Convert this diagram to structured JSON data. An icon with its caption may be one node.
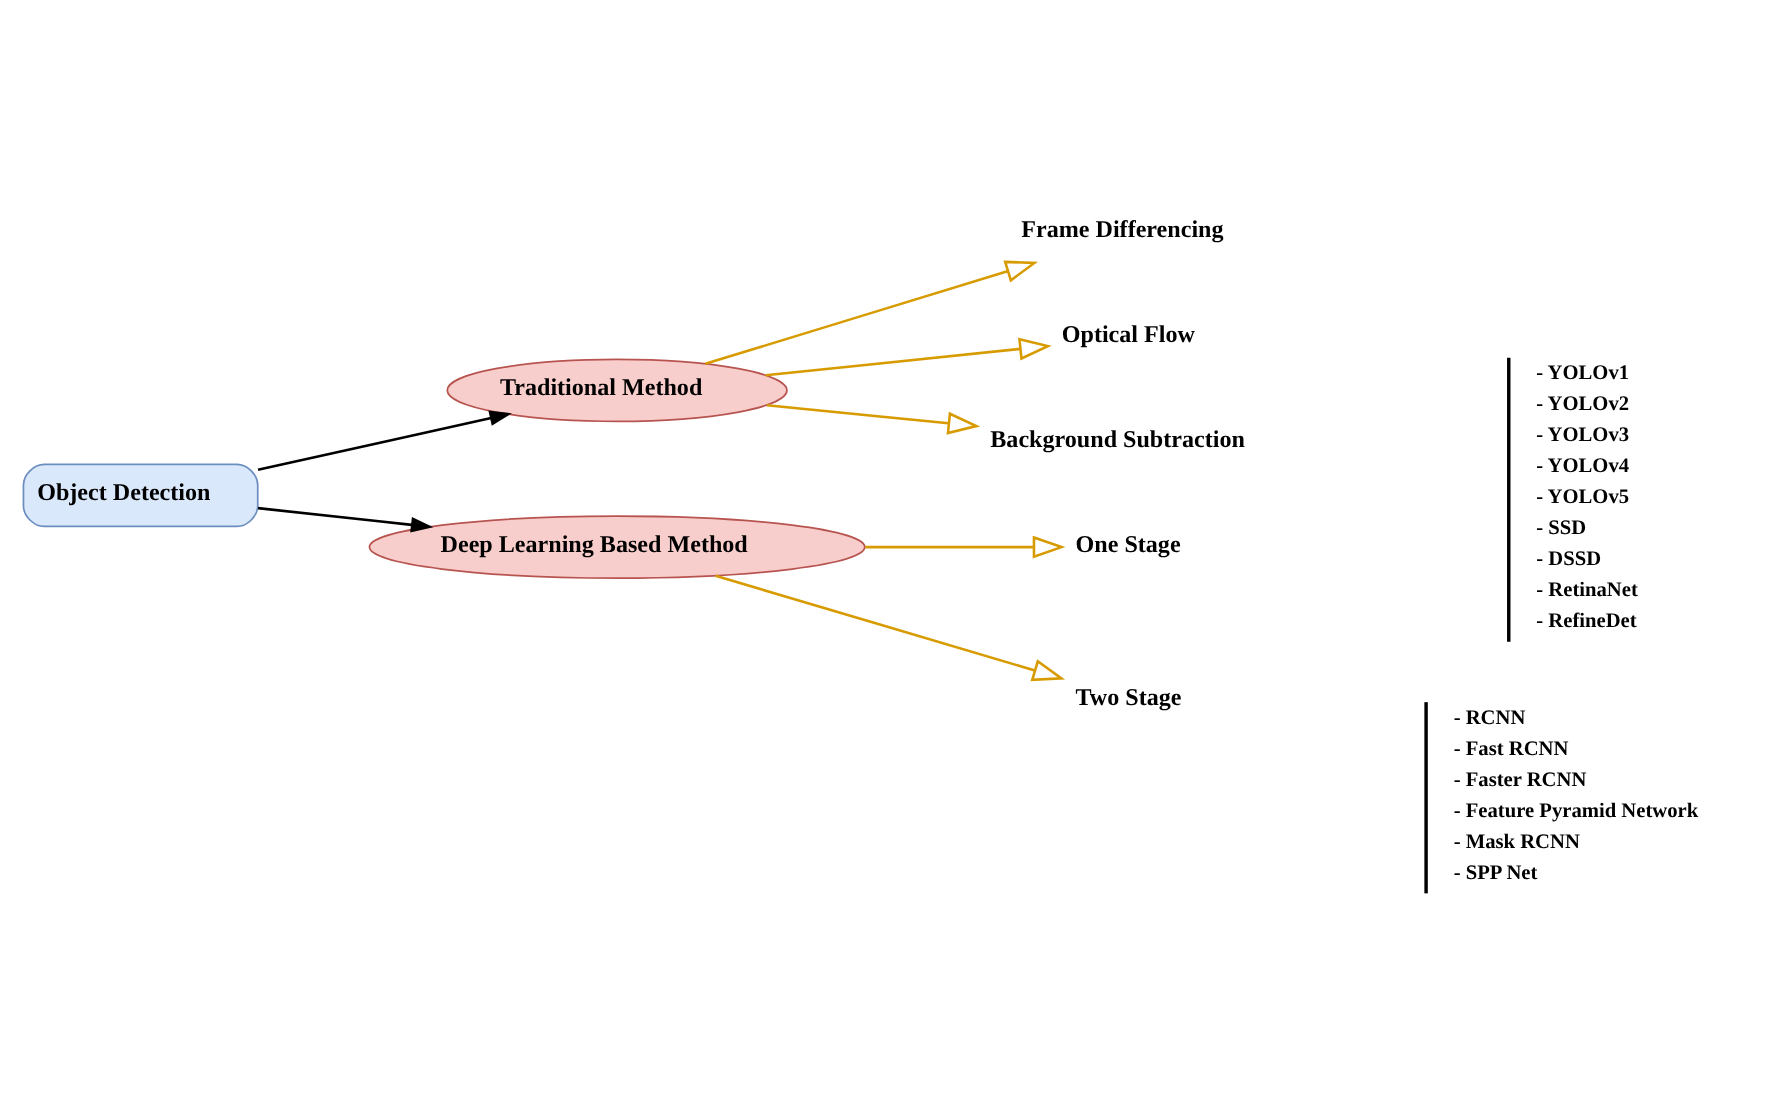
{
  "diagram": {
    "nodes": [
      {
        "text": [
          "Object Detection"
        ]
      },
      {
        "text": [
          "Traditional Method"
        ]
      },
      {
        "text": [
          "Frame Differencing"
        ]
      },
      {
        "text": [
          "Optical Flow"
        ]
      },
      {
        "text": [
          "Background Subtraction"
        ]
      },
      {
        "text": [
          "Deep Learning Based Method"
        ]
      },
      {
        "text": [
          "One Stage"
        ],
        "beside": [
          "- YOLOv1",
          "- YOLOv2",
          "- YOLOv3",
          "- YOLOv4",
          "- YOLOv5",
          "- SSD",
          "- DSSD",
          "- RetinaNet",
          "- RefineDet"
        ]
      },
      {
        "text": [
          "Two Stage"
        ],
        "beside": [
          "- RCNN",
          "- Fast RCNN",
          "- Faster RCNN",
          "- Feature Pyramid Network",
          "- Mask RCNN",
          "- SPP Net"
        ]
      }
    ],
    "edges": [
      {
        "from": 0,
        "to": 1,
        "arrow": "to",
        "color": "#000000"
      },
      {
        "from": 1,
        "to": 2,
        "arrow": "to",
        "color": "#d79b00"
      },
      {
        "from": 1,
        "to": 3,
        "arrow": "to",
        "color": "#d79b00"
      },
      {
        "from": 1,
        "to": 4,
        "arrow": "to",
        "color": "#d79b00"
      },
      {
        "from": 0,
        "to": 5,
        "arrow": "to",
        "color": "#000000"
      },
      {
        "from": 5,
        "to": 6,
        "arrow": "to",
        "color": "#d79b00"
      },
      {
        "from": 5,
        "to": 7,
        "arrow": "to",
        "color": "#d79b00"
      }
    ]
  }
}
